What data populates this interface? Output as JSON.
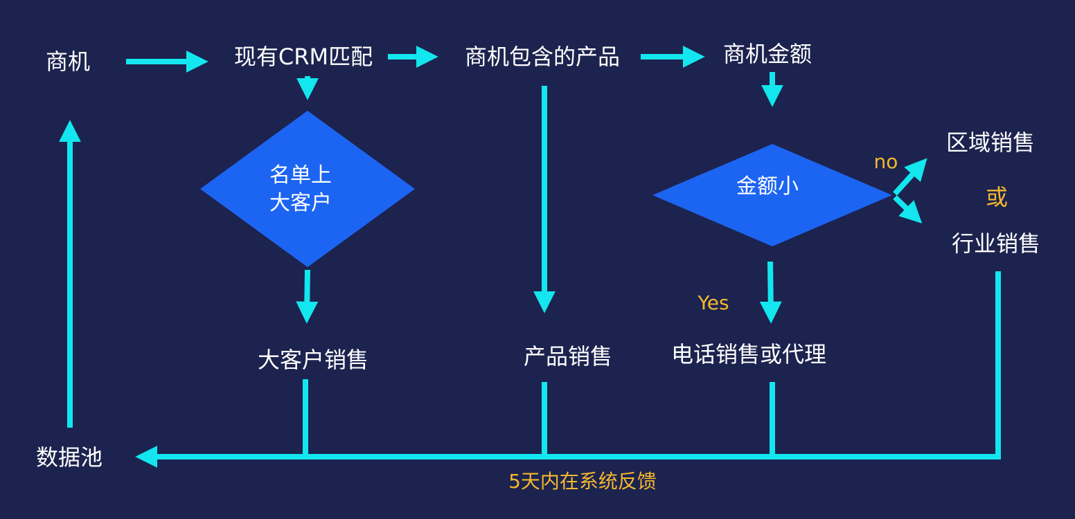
{
  "diagram": {
    "nodes": {
      "opportunity": "商机",
      "crm_match": "现有CRM匹配",
      "opportunity_products": "商机包含的产品",
      "opportunity_amount": "商机金额",
      "data_pool": "数据池",
      "key_account_sales": "大客户销售",
      "product_sales": "产品销售",
      "phone_sales_or_agent": "电话销售或代理",
      "regional_sales": "区域销售",
      "industry_sales": "行业销售"
    },
    "decisions": {
      "listed_key_account_line1": "名单上",
      "listed_key_account_line2": "大客户",
      "small_amount": "金额小"
    },
    "branch_labels": {
      "no": "no",
      "yes": "Yes",
      "or": "或"
    },
    "feedback_label": "5天内在系统反馈"
  },
  "colors": {
    "background": "#1c234e",
    "arrow": "#13e6ee",
    "decision_fill": "#1c64f2",
    "accent_text": "#f5b82e",
    "text": "#ffffff"
  }
}
